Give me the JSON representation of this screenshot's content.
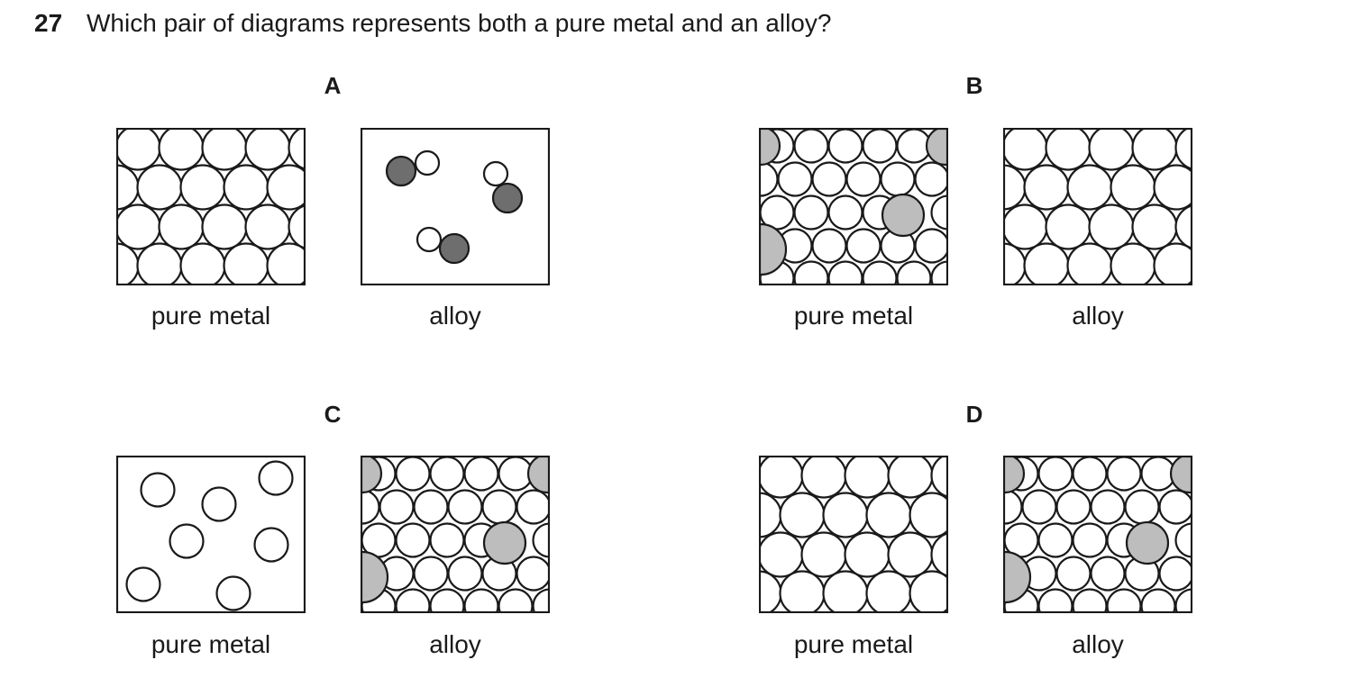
{
  "question": {
    "number": "27",
    "text": "Which pair of diagrams represents both a pure metal and an alloy?"
  },
  "options": [
    {
      "letter": "A",
      "left_caption": "pure metal",
      "right_caption": "alloy",
      "left_type": "regular",
      "right_type": "pairs"
    },
    {
      "letter": "B",
      "left_caption": "pure metal",
      "right_caption": "alloy",
      "left_type": "mixed",
      "right_type": "regular"
    },
    {
      "letter": "C",
      "left_caption": "pure metal",
      "right_caption": "alloy",
      "left_type": "scattered",
      "right_type": "mixed"
    },
    {
      "letter": "D",
      "left_caption": "pure metal",
      "right_caption": "alloy",
      "left_type": "regular",
      "right_type": "mixed"
    }
  ],
  "colors": {
    "outline": "#1a1a1a",
    "light_atom": "#ffffff",
    "large_atom_gray": "#bdbdbd",
    "dark_atom_gray": "#6e6e6e"
  }
}
